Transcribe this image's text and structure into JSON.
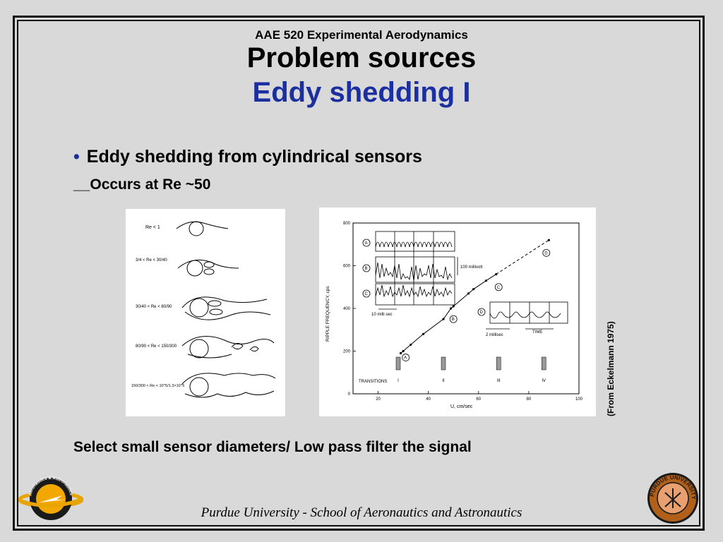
{
  "header": {
    "course": "AAE 520 Experimental Aerodynamics",
    "title": "Problem sources",
    "subtitle": "Eddy shedding I"
  },
  "content": {
    "bullet": "Eddy shedding from cylindrical sensors",
    "subpoint": "__Occurs at Re ~50",
    "conclusion": "Select small sensor diameters/ Low pass filter the signal",
    "credit": "(From Eckelmann 1975)"
  },
  "flow_figure": {
    "regimes": [
      "Re < 1",
      "3/4 < Re < 30/40",
      "30/40 < Re < 80/90",
      "80/90 < Re < 150/300",
      "150/300 < Re < 10^5/1.3×10^5"
    ]
  },
  "chart_data": {
    "type": "scatter",
    "xlabel": "U, cm/sec",
    "ylabel": "RIPPLE FREQUENCY, cps",
    "xlim": [
      10,
      100
    ],
    "ylim": [
      0,
      800
    ],
    "x_ticks": [
      "20",
      "40",
      "60",
      "80",
      "100"
    ],
    "y_ticks": [
      "0",
      "200",
      "400",
      "600",
      "800"
    ],
    "points": [
      {
        "x": 29,
        "y": 190
      },
      {
        "x": 30,
        "y": 200
      },
      {
        "x": 33,
        "y": 230
      },
      {
        "x": 38,
        "y": 280
      },
      {
        "x": 46,
        "y": 350
      },
      {
        "x": 49,
        "y": 400
      },
      {
        "x": 50,
        "y": 410
      },
      {
        "x": 56,
        "y": 470
      },
      {
        "x": 58,
        "y": 490
      },
      {
        "x": 63,
        "y": 530
      },
      {
        "x": 67,
        "y": 560
      },
      {
        "x": 88,
        "y": 720
      }
    ],
    "labeled_points": [
      {
        "label": "A",
        "x": 31,
        "y": 170
      },
      {
        "label": "B",
        "x": 50,
        "y": 350
      },
      {
        "label": "C",
        "x": 68,
        "y": 500
      },
      {
        "label": "D",
        "x": 87,
        "y": 660
      }
    ],
    "transitions": {
      "label": "TRANSITIONS",
      "marks": [
        {
          "label": "I",
          "x": 28
        },
        {
          "label": "II",
          "x": 46
        },
        {
          "label": "III",
          "x": 68
        },
        {
          "label": "IV",
          "x": 86
        }
      ]
    },
    "inset_annotations": {
      "amplitude": "100 millivolt",
      "time1": "10 milli sec",
      "time2": "2 millisec",
      "time3": "TIME"
    },
    "inset_labels": [
      "A",
      "B",
      "C",
      "D"
    ]
  },
  "footer": {
    "text": "Purdue University - School of Aeronautics and Astronautics",
    "left_logo_text": "Aeronautics & Astronautics",
    "right_logo_text": "PURDUE UNIVERSITY"
  },
  "colors": {
    "accent": "#1c2fa0",
    "background": "#d9d9d9"
  }
}
